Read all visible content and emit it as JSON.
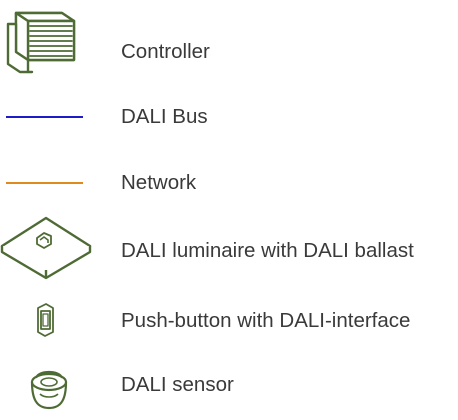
{
  "legend": {
    "items": [
      {
        "symbol": "controller-icon",
        "label": "Controller"
      },
      {
        "symbol": "dali-bus-line",
        "label": "DALI Bus",
        "color": "#1c1cc8"
      },
      {
        "symbol": "network-line",
        "label": "Network",
        "color": "#e08a1e"
      },
      {
        "symbol": "luminaire-icon",
        "label": "DALI luminaire with DALI ballast"
      },
      {
        "symbol": "push-button-icon",
        "label": "Push-button with DALI-interface"
      },
      {
        "symbol": "sensor-icon",
        "label": "DALI sensor"
      }
    ],
    "icon_color": "#4f6b35"
  }
}
